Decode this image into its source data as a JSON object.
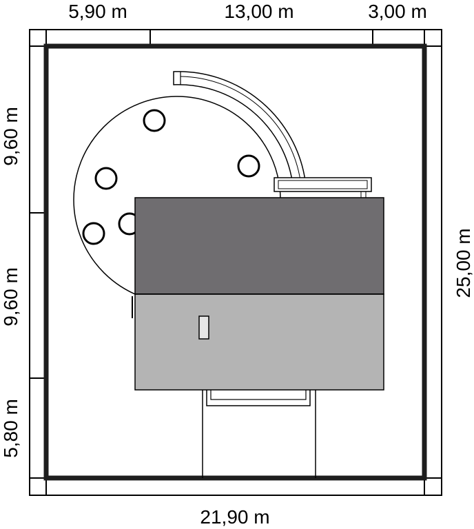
{
  "dimensions": {
    "top": [
      "5,90 m",
      "13,00 m",
      "3,00 m"
    ],
    "bottom": "21,90 m",
    "left": [
      "9,60 m",
      "9,60 m",
      "5,80 m"
    ],
    "right": "25,00 m"
  },
  "colors": {
    "background": "#ffffff",
    "line": "#000000",
    "boundary": "#1e1e1e",
    "roof_dark": "#6f6d70",
    "roof_light": "#b4b4b4",
    "chimney": "#e6e6e6"
  }
}
